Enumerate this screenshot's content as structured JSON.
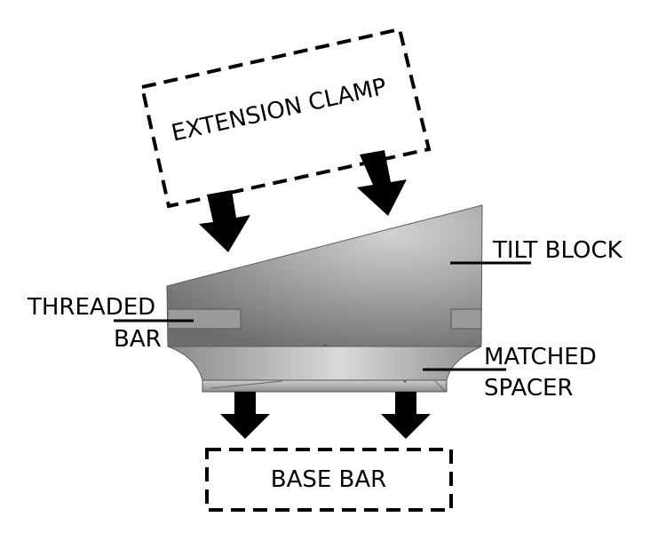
{
  "labels": {
    "extension_clamp": "EXTENSION CLAMP",
    "tilt_block": "TILT BLOCK",
    "threaded": "THREADED",
    "bar": "BAR",
    "matched": "MATCHED",
    "spacer": "SPACER",
    "base_bar": "BASE BAR"
  },
  "colors": {
    "outline": "#000000",
    "block_light": "#b9b9b9",
    "block_dark": "#6e6e6e",
    "background": "#ffffff"
  }
}
